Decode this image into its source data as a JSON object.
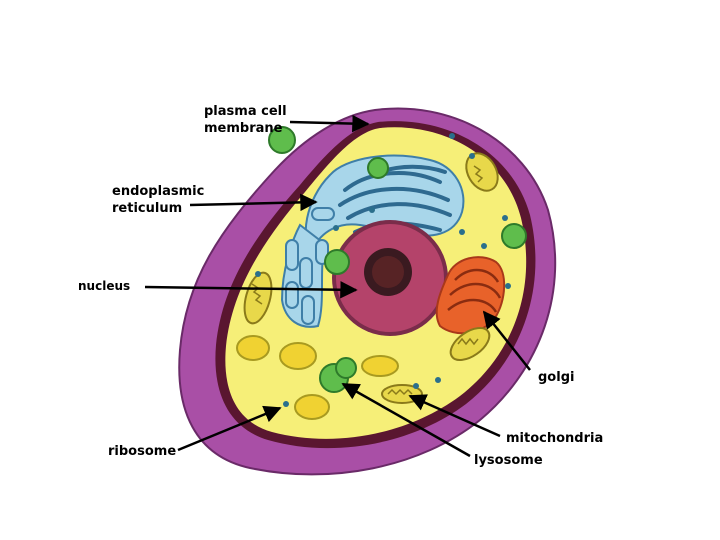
{
  "labels": {
    "plasma_membrane": [
      "plasma cell",
      "membrane"
    ],
    "er": [
      "endoplasmic",
      "reticulum"
    ],
    "nucleus": "nucleus",
    "golgi": "golgi",
    "ribosome": "ribosome",
    "mitochondria": "mitochondria",
    "lysosome": "lysosome"
  },
  "colors": {
    "membrane": "#a94fa6",
    "membrane_dark": "#5a1630",
    "cytoplasm": "#f6ef78",
    "er": "#a8d6ea",
    "er_outline": "#3f7fa8",
    "nucleus": "#b4436a",
    "nucleolus": "#3a1a20",
    "golgi": "#e8622a",
    "lysosome": "#5fbd4c",
    "mitochondria": "#e8d84a",
    "ribosome": "#2a6f8c"
  }
}
